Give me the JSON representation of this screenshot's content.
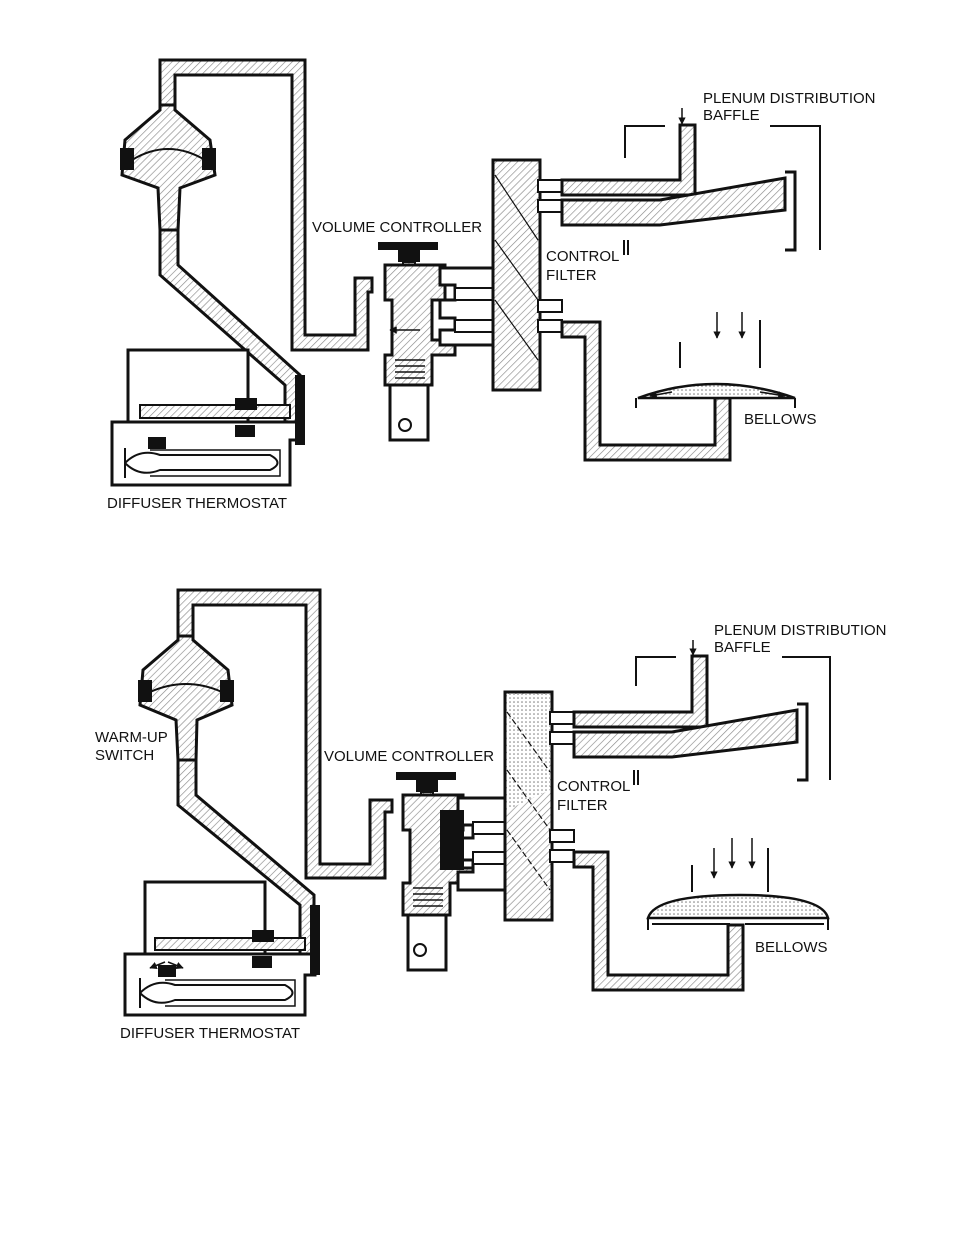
{
  "diagram_top": {
    "labels": {
      "plenum_line1": "PLENUM DISTRIBUTION",
      "plenum_line2": "BAFFLE",
      "volume_controller": "VOLUME CONTROLLER",
      "control_line1": "CONTROL",
      "control_line2": "FILTER",
      "bellows": "BELLOWS",
      "diffuser_thermostat": "DIFFUSER THERMOSTAT"
    }
  },
  "diagram_bottom": {
    "labels": {
      "plenum_line1": "PLENUM DISTRIBUTION",
      "plenum_line2": "BAFFLE",
      "warmup_line1": "WARM-UP",
      "warmup_line2": "SWITCH",
      "volume_controller": "VOLUME CONTROLLER",
      "control_line1": "CONTROL",
      "control_line2": "FILTER",
      "bellows": "BELLOWS",
      "diffuser_thermostat": "DIFFUSER THERMOSTAT"
    }
  },
  "colors": {
    "ink": "#111111",
    "hatch": "#9a9a9a"
  }
}
